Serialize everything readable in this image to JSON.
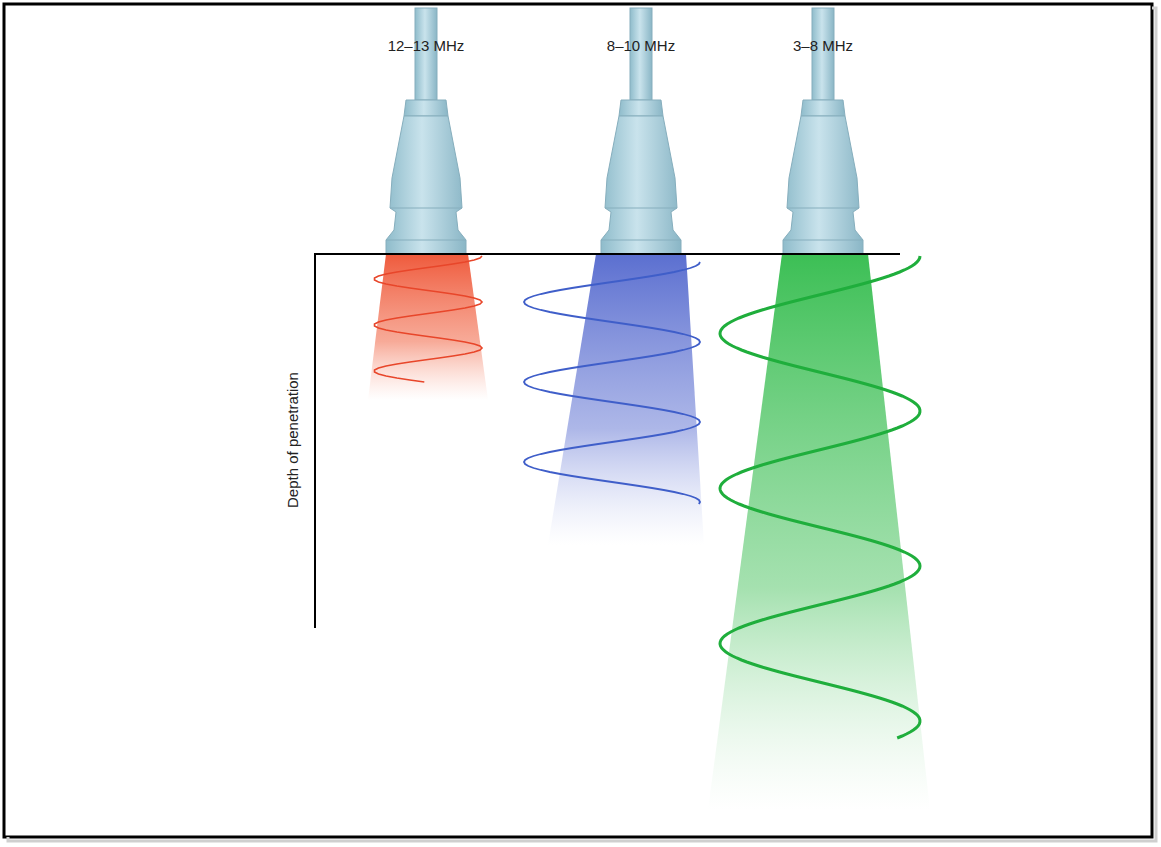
{
  "diagram": {
    "labels": [
      "12–13 MHz",
      "8–10 MHz",
      "3–8 MHz",
      "Depth of penetration"
    ]
  }
}
